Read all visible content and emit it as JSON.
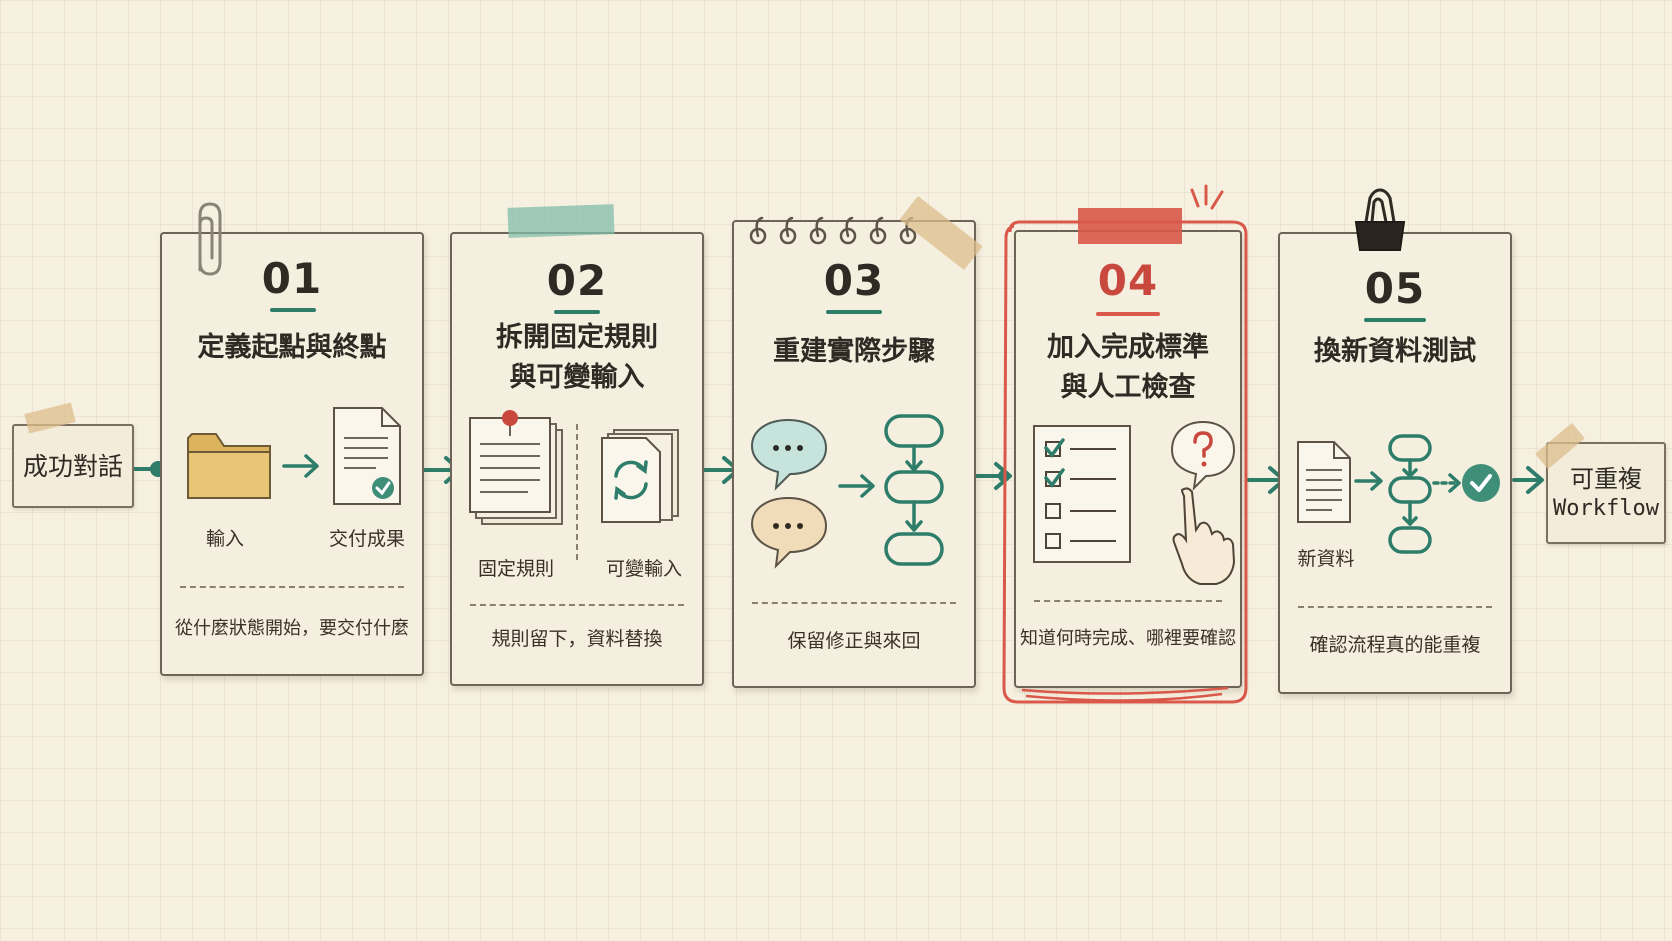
{
  "start_node": {
    "label": "成功對話"
  },
  "end_node": {
    "line1": "可重複",
    "line2": "Workflow"
  },
  "steps": [
    {
      "number": "01",
      "title": "定義起點與終點",
      "labels": [
        "輸入",
        "交付成果"
      ],
      "description": "從什麼狀態開始，要交付什麼"
    },
    {
      "number": "02",
      "title": "拆開固定規則\n與可變輸入",
      "labels": [
        "固定規則",
        "可變輸入"
      ],
      "description": "規則留下，資料替換"
    },
    {
      "number": "03",
      "title": "重建實際步驟",
      "labels": [],
      "description": "保留修正與來回"
    },
    {
      "number": "04",
      "title": "加入完成標準\n與人工檢查",
      "labels": [],
      "description": "知道何時完成、哪裡要確認",
      "highlighted": true
    },
    {
      "number": "05",
      "title": "換新資料測試",
      "labels": [
        "新資料"
      ],
      "description": "確認流程真的能重複"
    }
  ],
  "colors": {
    "accent_green": "#2e7d6b",
    "highlight_red": "#d9584a",
    "paper": "#f5efdf",
    "folder_yellow": "#e8c676",
    "bubble_teal": "#c6e3dc",
    "bubble_tan": "#f0dcb8"
  },
  "icons": [
    "paperclip-icon",
    "washi-tape-icon",
    "spiral-binding-icon",
    "red-tape-icon",
    "binder-clip-icon",
    "folder-icon",
    "document-check-icon",
    "pinned-notes-icon",
    "refresh-documents-icon",
    "chat-bubbles-icon",
    "flowchart-icon",
    "checklist-icon",
    "question-bubble-icon",
    "pointing-hand-icon",
    "check-circle-icon",
    "arrow-icon"
  ]
}
